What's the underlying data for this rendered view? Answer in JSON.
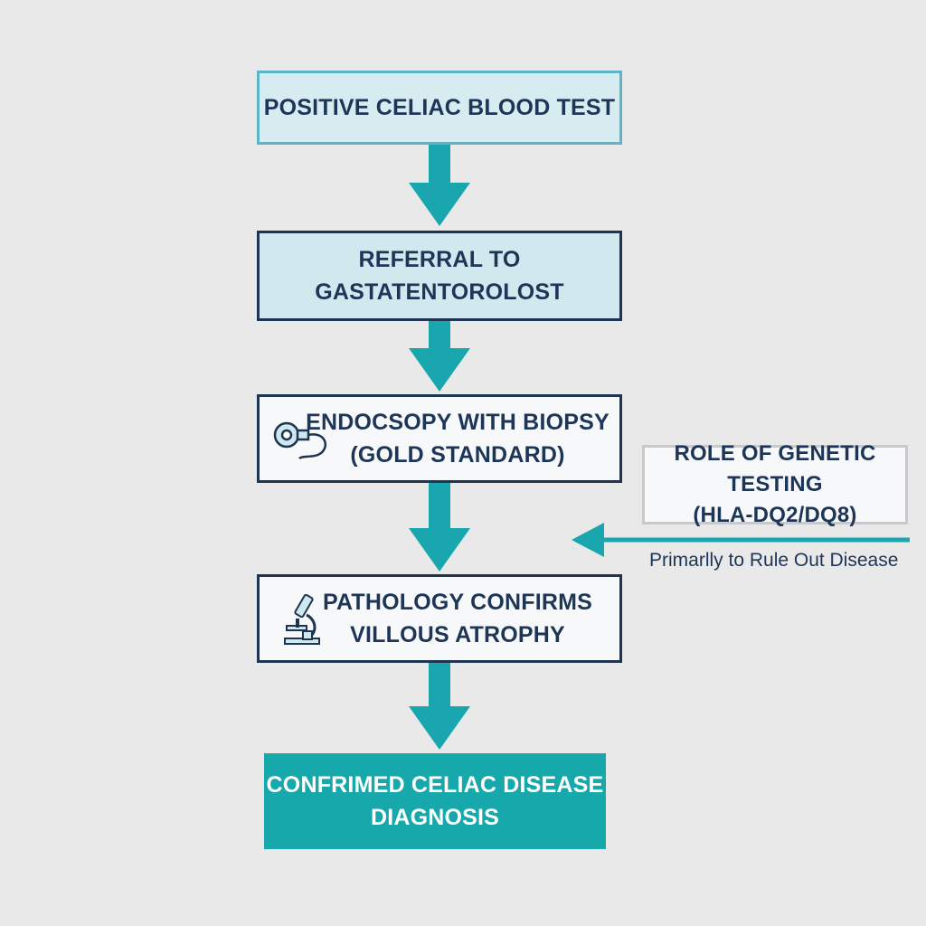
{
  "diagram": {
    "steps": [
      {
        "lines": [
          "POSITIVE CELIAC BLOOD TEST"
        ]
      },
      {
        "lines": [
          "REFERRAL TO",
          "GASTATENTOROLOST"
        ]
      },
      {
        "lines": [
          "ENDOCSOPY WITH BIOPSY",
          "(GOLD STANDARD)"
        ],
        "icon": "endoscope-icon"
      },
      {
        "lines": [
          "PATHOLOGY CONFIRMS",
          "VILLOUS ATROPHY"
        ],
        "icon": "microscope-icon"
      },
      {
        "lines": [
          "CONFRIMED CELIAC DISEASE",
          "DIAGNOSIS"
        ]
      }
    ],
    "side_box": {
      "lines": [
        "ROLE OF GENETIC TESTING",
        "(HLA-DQ2/DQ8)"
      ],
      "note": "Primarlly to Rule Out Disease"
    },
    "colors": {
      "background": "#e9e9ea",
      "arrow": "#1aa6ae",
      "navy_text": "#1d3557",
      "light_blue_box": "#d6ecf1",
      "final_box": "#17a8ab"
    }
  }
}
